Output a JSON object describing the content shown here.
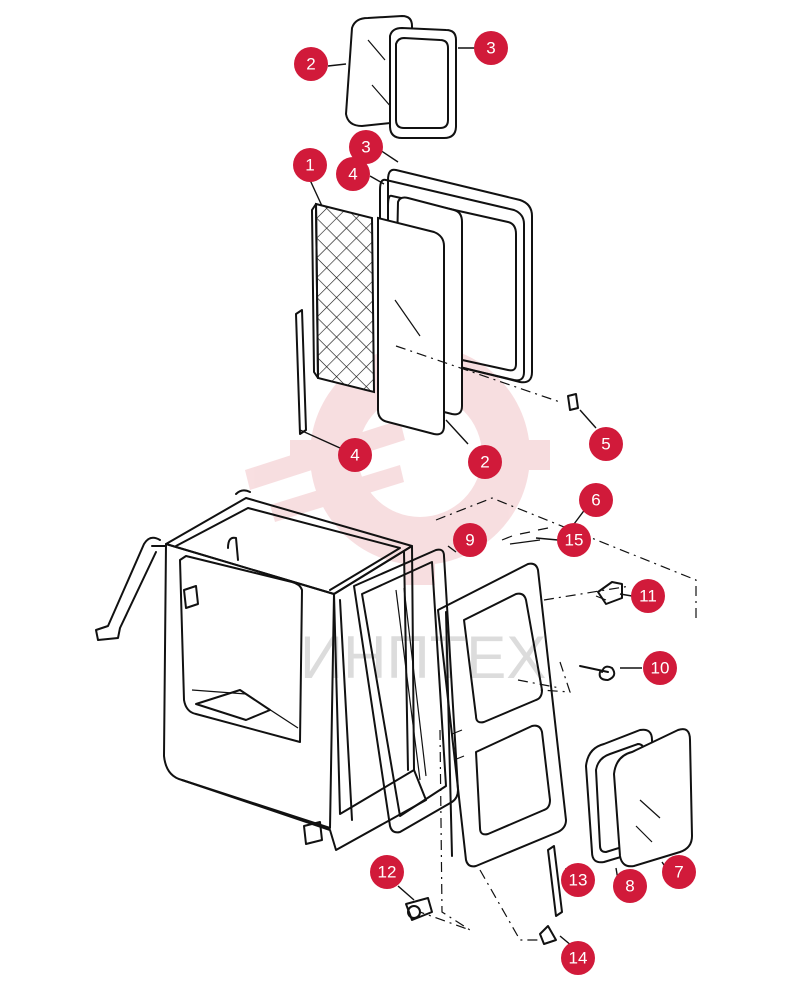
{
  "watermark": {
    "text": "ИНПТЕХ",
    "color": "#d11a3a"
  },
  "colors": {
    "badge": "#d11a3a",
    "badge_text": "#ffffff",
    "line": "#111111"
  },
  "callouts": [
    {
      "id": "c2a",
      "label": "2"
    },
    {
      "id": "c3a",
      "label": "3"
    },
    {
      "id": "c3b",
      "label": "3"
    },
    {
      "id": "c1",
      "label": "1"
    },
    {
      "id": "c4a",
      "label": "4"
    },
    {
      "id": "c5",
      "label": "5"
    },
    {
      "id": "c4b",
      "label": "4"
    },
    {
      "id": "c2b",
      "label": "2"
    },
    {
      "id": "c6",
      "label": "6"
    },
    {
      "id": "c15",
      "label": "15"
    },
    {
      "id": "c9",
      "label": "9"
    },
    {
      "id": "c11",
      "label": "11"
    },
    {
      "id": "c10",
      "label": "10"
    },
    {
      "id": "c12",
      "label": "12"
    },
    {
      "id": "c13",
      "label": "13"
    },
    {
      "id": "c8",
      "label": "8"
    },
    {
      "id": "c7",
      "label": "7"
    },
    {
      "id": "c14",
      "label": "14"
    }
  ]
}
